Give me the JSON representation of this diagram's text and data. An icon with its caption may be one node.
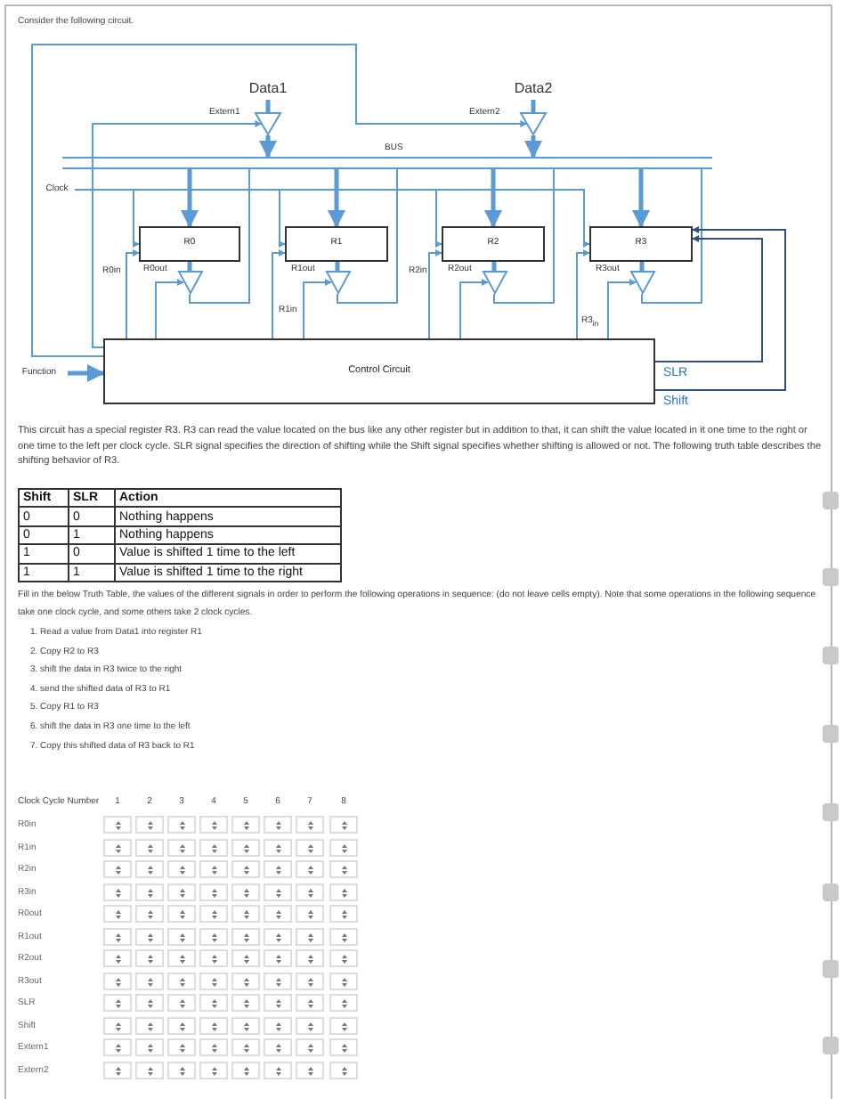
{
  "diagram": {
    "nodes": [
      {
        "text": [
          "Data1"
        ]
      },
      {
        "text": [
          "Data2"
        ]
      },
      {
        "text": [],
        "shape": "triangle"
      },
      {
        "text": [],
        "shape": "triangle"
      },
      {
        "text": [],
        "shape": "bar",
        "beside": [
          "BUS"
        ]
      },
      {
        "text": [
          "Clock"
        ]
      },
      {
        "text": [
          "R0"
        ]
      },
      {
        "text": [
          "R1"
        ]
      },
      {
        "text": [
          "R2"
        ]
      },
      {
        "text": [
          "R3"
        ]
      },
      {
        "text": [],
        "shape": "triangle"
      },
      {
        "text": [],
        "shape": "triangle"
      },
      {
        "text": [],
        "shape": "triangle"
      },
      {
        "text": [],
        "shape": "triangle"
      },
      {
        "text": [
          "Function"
        ]
      },
      {
        "text": [
          "Control Circuit"
        ]
      }
    ],
    "edges": [
      {
        "from": 0,
        "to": 2,
        "arrow": "none",
        "style": "thick"
      },
      {
        "from": 1,
        "to": 3,
        "arrow": "none",
        "style": "thick"
      },
      {
        "from": 2,
        "to": 4,
        "arrow": "to",
        "style": "thick"
      },
      {
        "from": 3,
        "to": 4,
        "arrow": "to",
        "style": "thick"
      },
      {
        "from": 4,
        "to": 6,
        "arrow": "to",
        "style": "thick"
      },
      {
        "from": 4,
        "to": 7,
        "arrow": "to",
        "style": "thick"
      },
      {
        "from": 4,
        "to": 8,
        "arrow": "to",
        "style": "thick"
      },
      {
        "from": 4,
        "to": 9,
        "arrow": "to",
        "style": "thick"
      },
      {
        "from": 5,
        "to": 6,
        "arrow": "to"
      },
      {
        "from": 5,
        "to": 7,
        "arrow": "to"
      },
      {
        "from": 5,
        "to": 8,
        "arrow": "to"
      },
      {
        "from": 5,
        "to": 9,
        "arrow": "to"
      },
      {
        "from": 6,
        "to": 10,
        "arrow": "none",
        "style": "thick"
      },
      {
        "from": 7,
        "to": 11,
        "arrow": "none",
        "style": "thick"
      },
      {
        "from": 8,
        "to": 12,
        "arrow": "none",
        "style": "thick"
      },
      {
        "from": 9,
        "to": 13,
        "arrow": "none",
        "style": "thick"
      },
      {
        "from": 10,
        "to": 4,
        "arrow": "none"
      },
      {
        "from": 11,
        "to": 4,
        "arrow": "none"
      },
      {
        "from": 12,
        "to": 4,
        "arrow": "none"
      },
      {
        "from": 13,
        "to": 4,
        "arrow": "none"
      },
      {
        "from": 15,
        "to": 2,
        "arrow": "to",
        "label": "Extern1"
      },
      {
        "from": 15,
        "to": 3,
        "arrow": "to",
        "label": "Extern2"
      },
      {
        "from": 15,
        "to": 6,
        "arrow": "to",
        "label": "R0in"
      },
      {
        "from": 15,
        "to": 7,
        "arrow": "to",
        "label": "R1in"
      },
      {
        "from": 15,
        "to": 8,
        "arrow": "to",
        "label": "R2in"
      },
      {
        "from": 15,
        "to": 9,
        "arrow": "to",
        "label": "R3$_{in}$"
      },
      {
        "from": 15,
        "to": 10,
        "arrow": "to",
        "label": "R0out"
      },
      {
        "from": 15,
        "to": 11,
        "arrow": "to",
        "label": "R1out"
      },
      {
        "from": 15,
        "to": 12,
        "arrow": "to",
        "label": "R2out"
      },
      {
        "from": 15,
        "to": 13,
        "arrow": "to",
        "label": "R3out"
      },
      {
        "from": 14,
        "to": 15,
        "arrow": "to",
        "style": "thick"
      },
      {
        "from": 15,
        "to": 9,
        "arrow": "to",
        "label": "SLR",
        "color": "#2f4f7f"
      },
      {
        "from": 15,
        "to": 9,
        "arrow": "to",
        "label": "Shift",
        "color": "#2f4f7f"
      }
    ],
    "labels": [
      "Consider the following circuit.",
      "This circuit has a special register R3. R3 can read the value located on the bus like any other register but in addition to that, it can shift the value located in it one time to the right or one time to the left per clock cycle. SLR signal specifies the direction of shifting while the Shift signal specifies whether shifting is allowed or not. The following truth table describes the shifting behavior of R3.",
      "Shift",
      "SLR",
      "Action",
      "0",
      "0",
      "Nothing happens",
      "0",
      "1",
      "Nothing happens",
      "1",
      "0",
      "Value is shifted 1 time to the left",
      "1",
      "1",
      "Value is shifted 1 time to the right",
      "Fill in the below Truth Table, the values of the different signals in order to perform the following operations in sequence: (do not leave cells empty). Note that some operations in the following sequence take one clock cycle, and some others take 2 clock cycles.",
      "1. Read a value from Data1 into register R1",
      "2. Copy R2 to R3",
      "3. shift the data in R3 twice to the right",
      "4. send the shifted data of R3 to R1",
      "5. Copy R1 to R3",
      "6. shift the data in R3 one time to the left",
      "7. Copy this shifted data of R3 back to R1",
      "Clock Cycle Number",
      "1",
      "2",
      "3",
      "4",
      "5",
      "6",
      "7",
      "8",
      "R0in",
      "R1in",
      "R2in",
      "R3in",
      "R0out",
      "R1out",
      "R2out",
      "R3out",
      "SLR",
      "Shift",
      "Extern1",
      "Extern2"
    ]
  }
}
